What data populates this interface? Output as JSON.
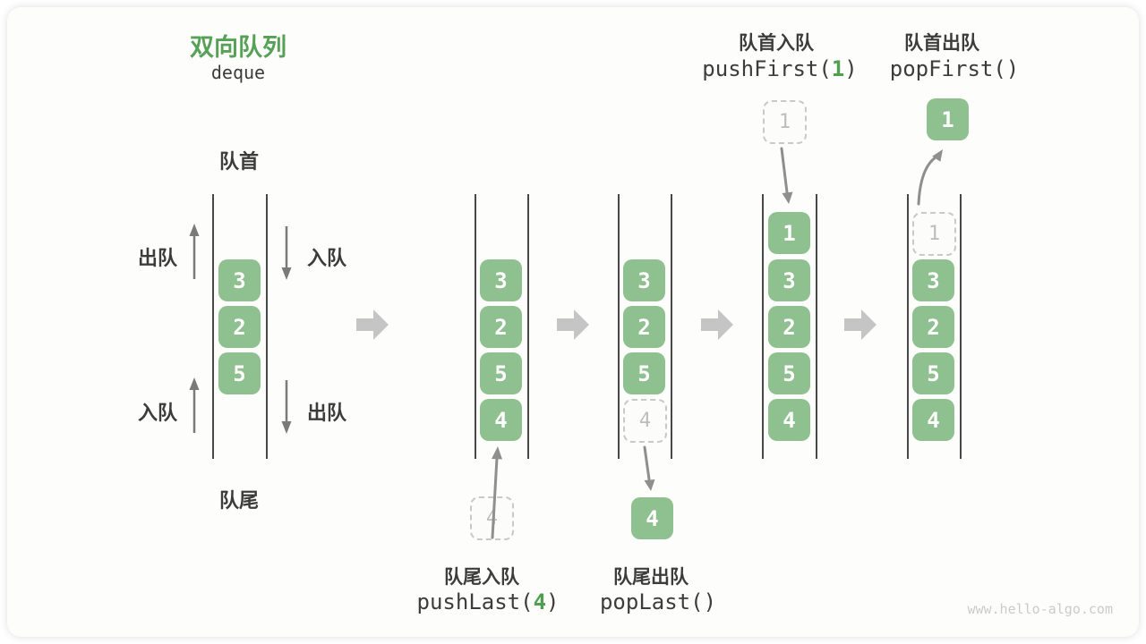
{
  "title": {
    "zh": "双向队列",
    "en": "deque"
  },
  "labels": {
    "front": "队首",
    "rear": "队尾",
    "enqueue": "入队",
    "dequeue": "出队"
  },
  "ops": {
    "pushLast": {
      "label": "队尾入队",
      "code_left": "pushLast(",
      "arg": "4",
      "code_right": ")"
    },
    "popLast": {
      "label": "队尾出队",
      "code_left": "popLast(",
      "arg": "",
      "code_right": ")"
    },
    "pushFirst": {
      "label": "队首入队",
      "code_left": "pushFirst(",
      "arg": "1",
      "code_right": ")"
    },
    "popFirst": {
      "label": "队首出队",
      "code_left": "popFirst(",
      "arg": "",
      "code_right": ")"
    }
  },
  "queues": {
    "q1": {
      "items": [
        "3",
        "2",
        "5"
      ]
    },
    "q2": {
      "items": [
        "3",
        "2",
        "5",
        "4"
      ],
      "incoming": "4"
    },
    "q3": {
      "items": [
        "3",
        "2",
        "5"
      ],
      "removed": "4",
      "popped": "4"
    },
    "q4": {
      "items": [
        "1",
        "3",
        "2",
        "5",
        "4"
      ],
      "incoming": "1"
    },
    "q5": {
      "items": [
        "3",
        "2",
        "5",
        "4"
      ],
      "removed": "1",
      "popped": "1"
    }
  },
  "colors": {
    "element_green": "#8FC08F",
    "title_green": "#57A157",
    "code_arg_green": "#4E9F50",
    "block_arrow_gray": "#C5C5C5",
    "thin_arrow_gray": "#7A7A7A",
    "text_dark": "#3C3C3C"
  },
  "watermark": "www.hello-algo.com"
}
